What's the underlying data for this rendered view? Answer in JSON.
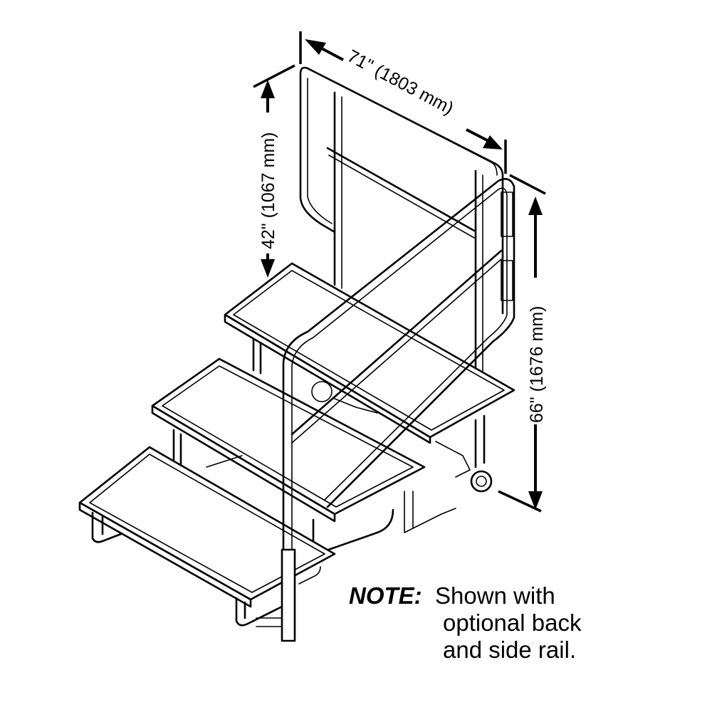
{
  "dimensions": {
    "width": "71\" (1803 mm)",
    "rail_height": "42\" (1067 mm)",
    "overall_height": "66\" (1676 mm)"
  },
  "note": {
    "lead": "NOTE:",
    "line1": "Shown with",
    "line2": "optional back",
    "line3": "and side rail."
  }
}
